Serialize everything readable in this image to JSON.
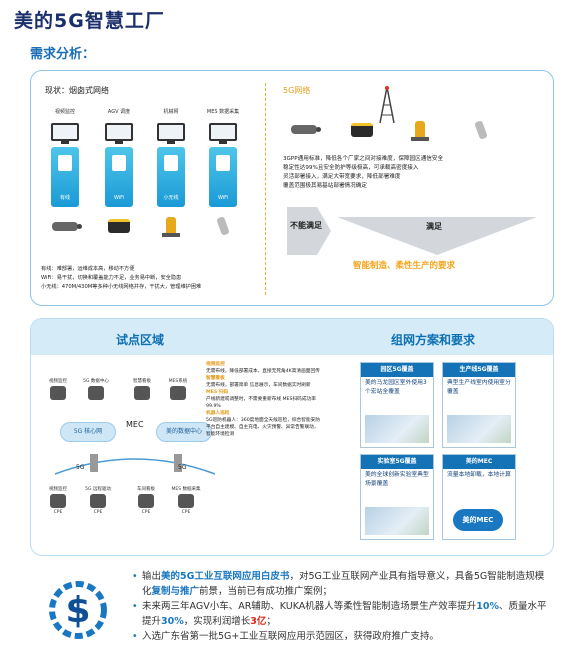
{
  "title": "美的5G智慧工厂",
  "section": "需求分析：",
  "needs": {
    "left_title": "现状：烟囱式网络",
    "columns": [
      {
        "label": "视频监控",
        "tower": "有线"
      },
      {
        "label": "AGV 调度",
        "tower": "WiFi"
      },
      {
        "label": "机械臂",
        "tower": "小无线"
      },
      {
        "label": "MES 数据采集",
        "tower": "WiFi"
      }
    ],
    "notes": [
      "有线：难部署，运维成本高，移动不方便",
      "WiFi：易干扰，切换和覆盖能力不足，业务易中断，安全隐患",
      "小无线：470M/430M等多种小无线网络并存，干扰大，管理维护困难"
    ],
    "right_title": "5G网络",
    "right_text": [
      "3GPP通用标准，降低各个厂家之间对接难度，保障园区通信安全",
      "稳定性达99%且安全防护等级极高，可承载高密度接入",
      "灵活部署接入，满足大带宽要求，降低部署难度",
      "覆盖范围极其易基站部署情况确定"
    ],
    "satisfied_label": "满足",
    "unsatisfied_label": "不能满足",
    "result": "智能制造、柔性生产的要求"
  },
  "trial": {
    "title": "试点区域",
    "core_label": "5G 核心网",
    "mec_label": "MEC",
    "datacenter_label": "美的数据中心",
    "fiveg_label": "5G",
    "top_devices": [
      "视频监控",
      "5G 数据中心",
      "智慧看板",
      "MES系统"
    ],
    "bottom_devices": [
      "视频监控",
      "5G 远程驱动",
      "车间看板",
      "MES 数据采集"
    ],
    "cpe": "CPE",
    "notes": [
      {
        "head": "视频监控",
        "text": "无需布线，降低部署成本，直接无死角4K高清画面回传"
      },
      {
        "head": "智慧看板",
        "text": "无需布线，部署简单 信息展示，车间数据实时刷新"
      },
      {
        "head": "MES 扫码",
        "text": "产线新建或调整时，不需要重新布线 MES扫码成功率99.9%"
      },
      {
        "head": "机器人巡检",
        "text": "5G巡防机器人：360度地面全天候巡检，综合智能安防平台自主建模、自主充电、火灾预警、异常告警联动，智能环境检测"
      }
    ]
  },
  "network": {
    "title": "组网方案和要求",
    "cards": [
      {
        "title": "园区5G覆盖",
        "text": "美的马龙园区室外使用3个宏站全覆盖"
      },
      {
        "title": "生产线5G覆盖",
        "text": "典型生产线室内使用室分覆盖"
      },
      {
        "title": "实验室5G覆盖",
        "text": "美的全球创新实验室典型场景覆盖"
      },
      {
        "title": "美的MEC",
        "text": "流量本地卸载，本地计算",
        "badge": "美的MEC"
      }
    ]
  },
  "summary": {
    "b1_pre": "输出",
    "b1_hl": "美的5G工业互联网应用白皮书",
    "b1_mid": "，对5G工业互联网产业具有指导意义，具备5G智能制造规模化",
    "b1_hl2": "复制与推广",
    "b1_post": "前景，当前已有成功推广案例；",
    "b2_pre": "未来两三年AGV小车、AR辅助、KUKA机器人等柔性智能制造场景生产效率提升",
    "b2_v1": "10%",
    "b2_mid": "、质量水平提升",
    "b2_v2": "30%",
    "b2_mid2": "，实现利润增长",
    "b2_v3": "3亿",
    "b2_post": "；",
    "b3": "入选广东省第一批5G+工业互联网应用示范园区，获得政府推广支持。"
  },
  "colors": {
    "brand_blue": "#1a78c2",
    "accent_orange": "#f3a51e",
    "title_navy": "#1b2f6b"
  }
}
